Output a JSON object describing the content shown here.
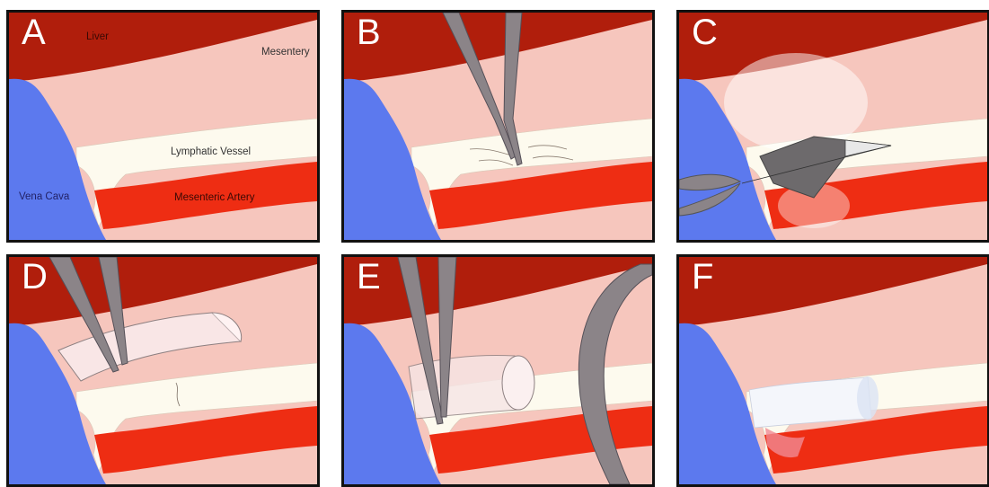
{
  "panels": [
    {
      "letter": "A"
    },
    {
      "letter": "B"
    },
    {
      "letter": "C"
    },
    {
      "letter": "D"
    },
    {
      "letter": "E"
    },
    {
      "letter": "F"
    }
  ],
  "labels": {
    "liver": "Liver",
    "mesentery": "Mesentery",
    "lymphatic_vessel": "Lymphatic Vessel",
    "vena_cava": "Vena Cava",
    "mesenteric_artery": "Mesenteric Artery"
  },
  "colors": {
    "liver": "#b01e0c",
    "mesentery": "#f6c6bd",
    "vena_cava": "#5c79ee",
    "artery": "#ee2d13",
    "lymphatic": "#fdfaee",
    "instrument": "#8b8488",
    "letter": "#ffffff"
  }
}
